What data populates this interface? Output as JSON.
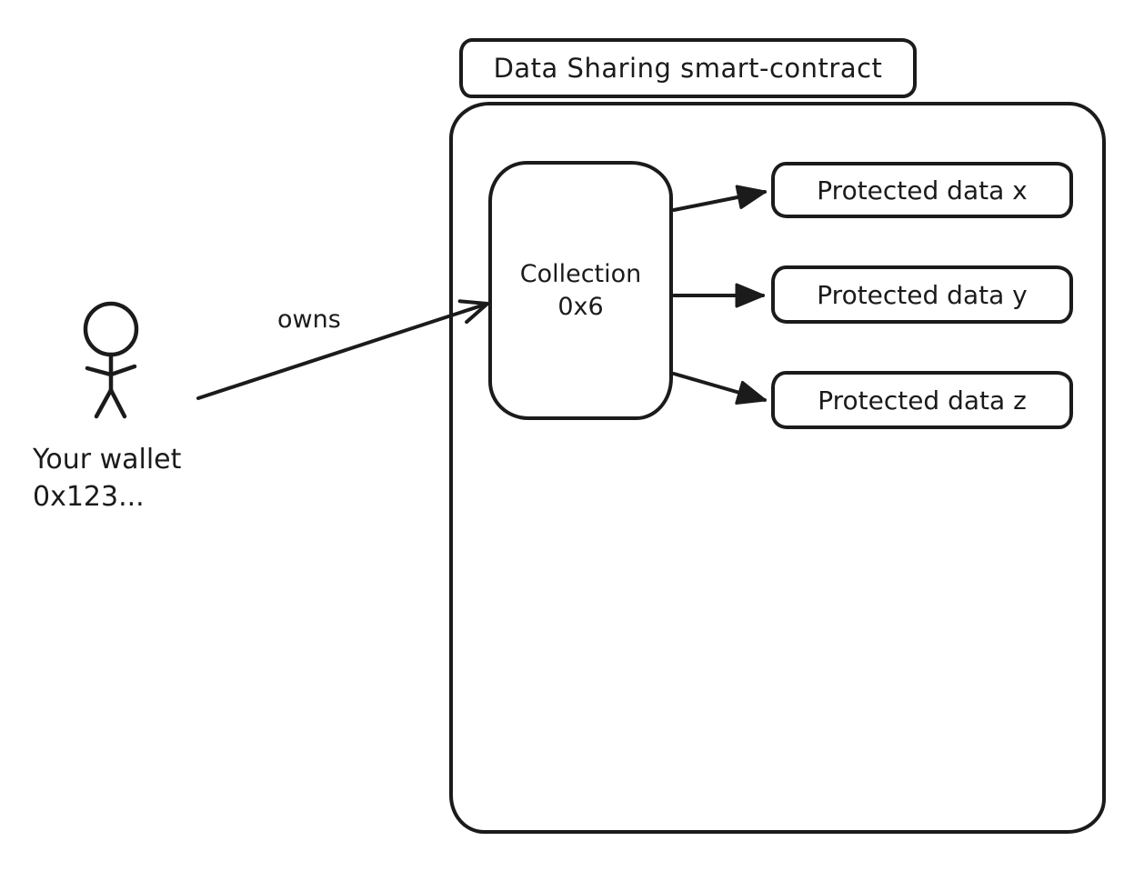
{
  "diagram": {
    "background_color": "#ffffff",
    "stroke_color": "#1b1b1b",
    "title": "Data Sharing smart-contract",
    "wallet": {
      "icon": "stick-figure-icon",
      "label_line1": "Your wallet",
      "label_line2": "0x123..."
    },
    "owns_arrow": {
      "label": "owns"
    },
    "collection": {
      "line1": "Collection",
      "line2": "0x6"
    },
    "protected_data": [
      {
        "label": "Protected data x"
      },
      {
        "label": "Protected data y"
      },
      {
        "label": "Protected data z"
      }
    ]
  }
}
